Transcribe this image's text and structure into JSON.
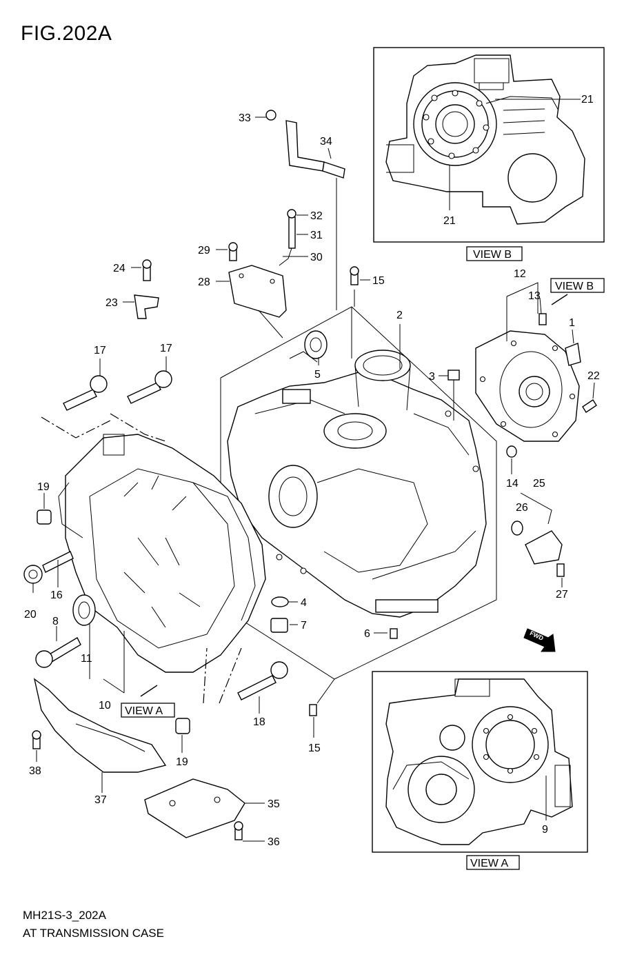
{
  "figure": {
    "title": "FIG.202A",
    "code": "MH21S-3_202A",
    "name": "AT TRANSMISSION CASE"
  },
  "views": {
    "view_b": "VIEW B",
    "view_a": "VIEW A",
    "fwd": "FWD"
  },
  "callouts": {
    "c1": "1",
    "c2": "2",
    "c3": "3",
    "c4": "4",
    "c5": "5",
    "c6": "6",
    "c7": "7",
    "c8": "8",
    "c9": "9",
    "c10": "10",
    "c11": "11",
    "c12": "12",
    "c13": "13",
    "c14": "14",
    "c15a": "15",
    "c15b": "15",
    "c16": "16",
    "c17a": "17",
    "c17b": "17",
    "c18": "18",
    "c19a": "19",
    "c19b": "19",
    "c20": "20",
    "c21a": "21",
    "c21b": "21",
    "c22": "22",
    "c23": "23",
    "c24": "24",
    "c25": "25",
    "c26": "26",
    "c27": "27",
    "c28": "28",
    "c29": "29",
    "c30": "30",
    "c31": "31",
    "c32": "32",
    "c33": "33",
    "c34": "34",
    "c35": "35",
    "c36": "36",
    "c37": "37",
    "c38": "38"
  }
}
